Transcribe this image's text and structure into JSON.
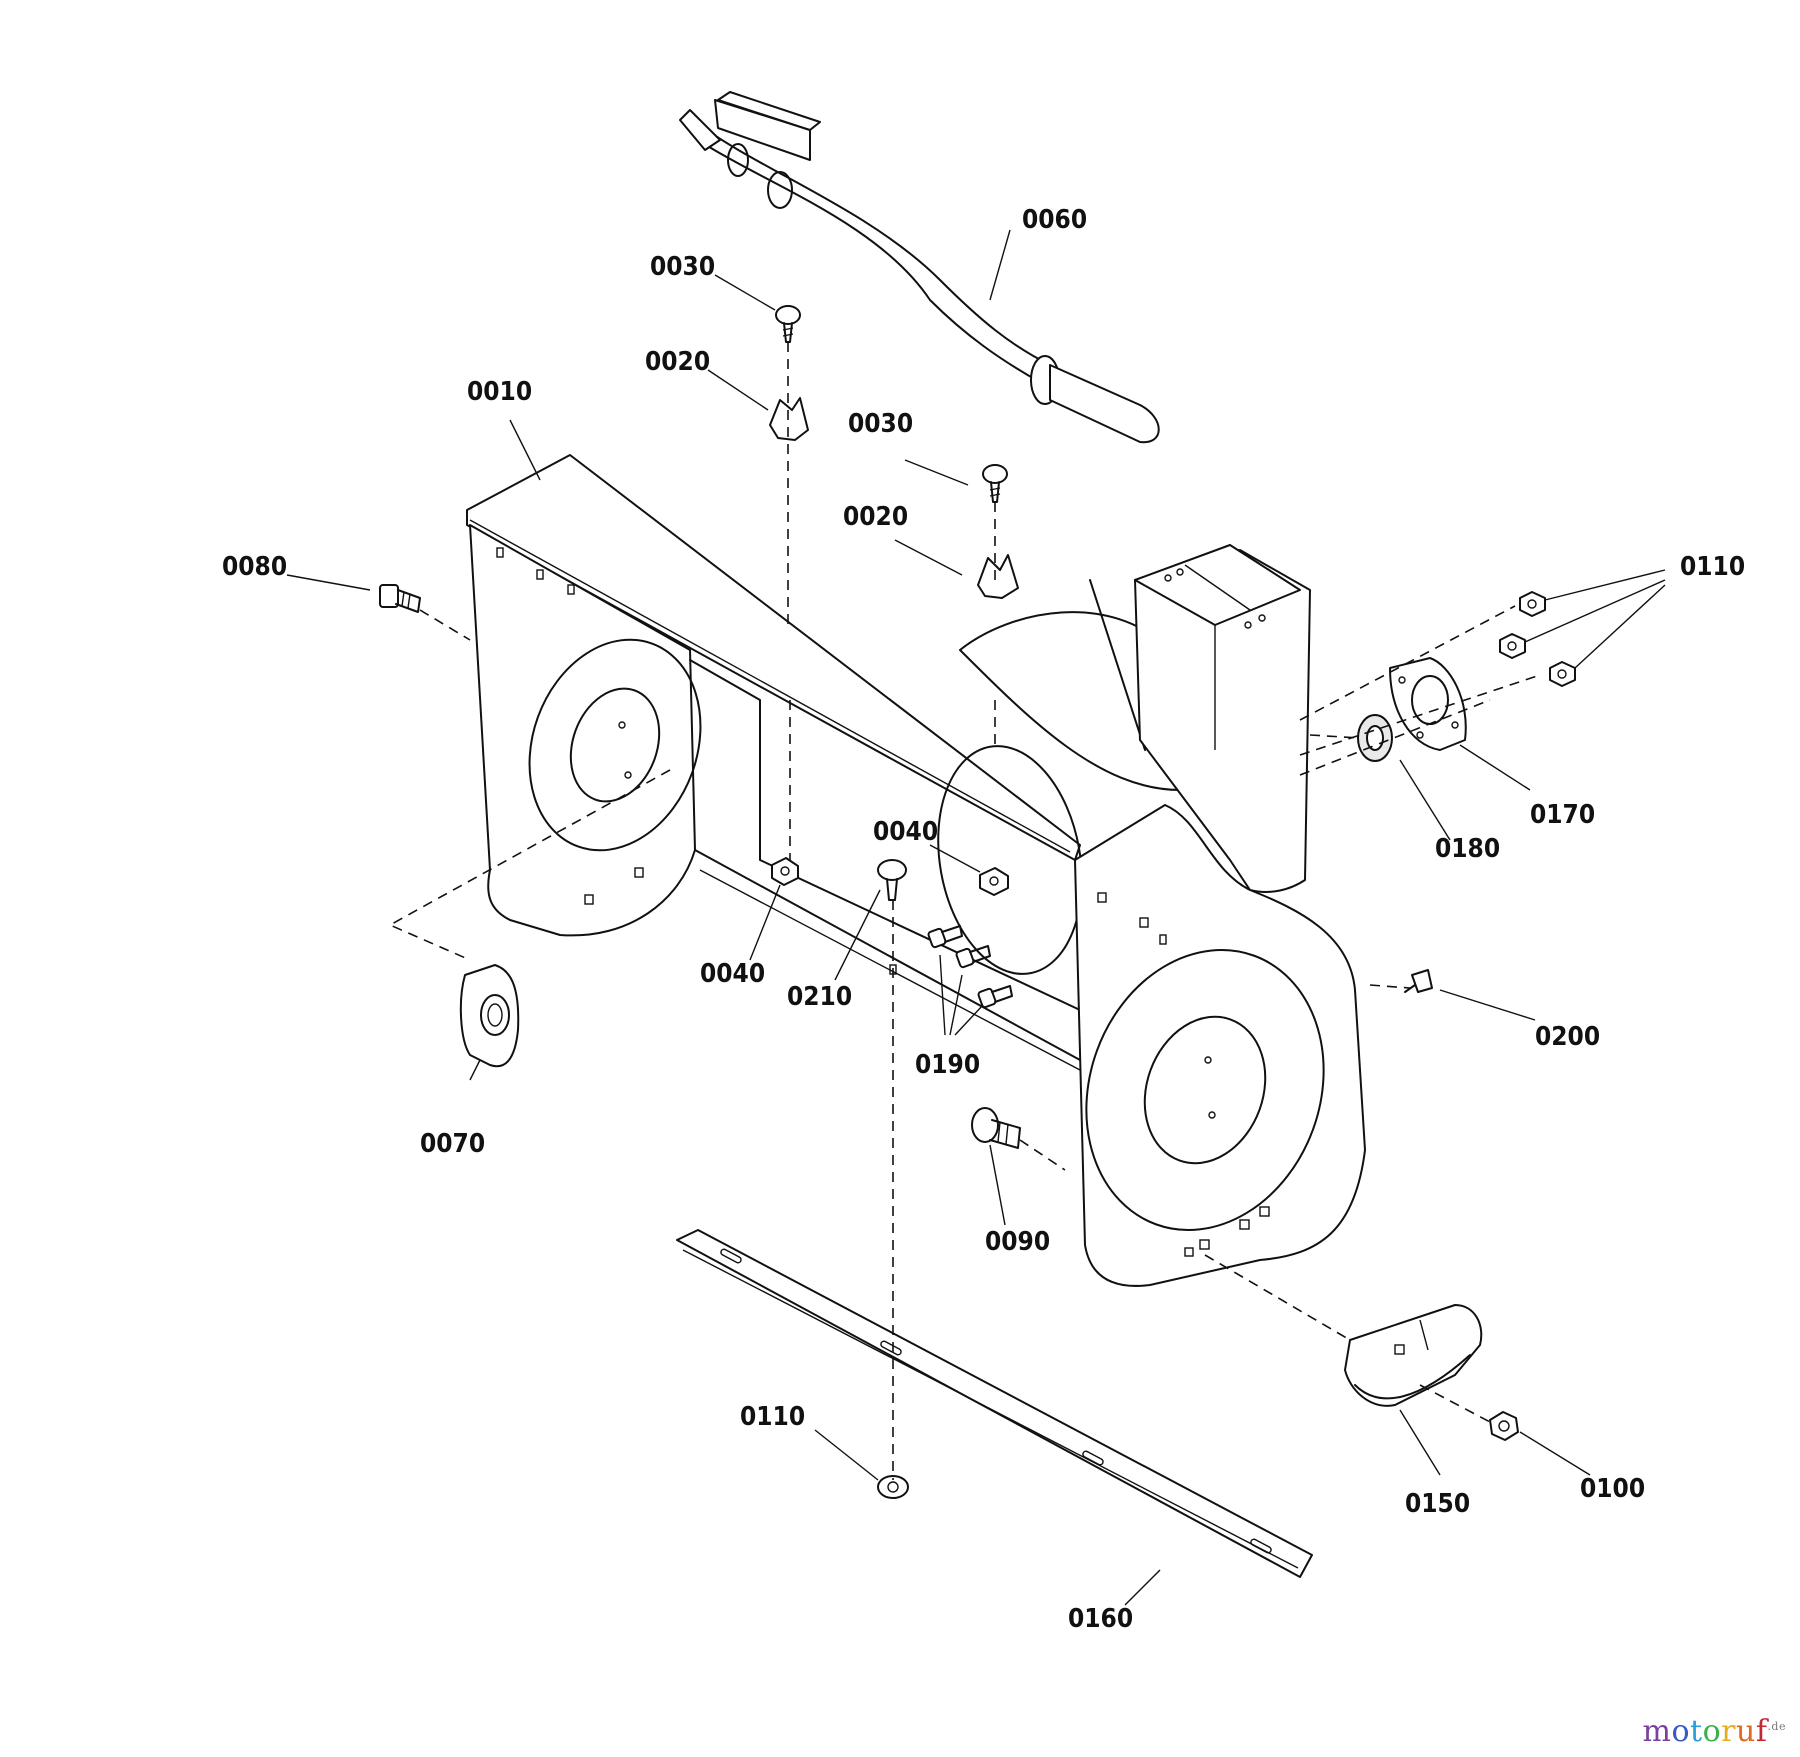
{
  "labels": {
    "p0010": "0010",
    "p0020a": "0020",
    "p0020b": "0020",
    "p0030a": "0030",
    "p0030b": "0030",
    "p0040a": "0040",
    "p0040b": "0040",
    "p0060": "0060",
    "p0070": "0070",
    "p0080": "0080",
    "p0090": "0090",
    "p0100": "0100",
    "p0110a": "0110",
    "p0110b": "0110",
    "p0150": "0150",
    "p0160": "0160",
    "p0170": "0170",
    "p0180": "0180",
    "p0190": "0190",
    "p0200": "0200",
    "p0210": "0210"
  },
  "watermark": {
    "text": "motoruf",
    "suffix": ".de",
    "colors": [
      "#7a3fa0",
      "#3a56c8",
      "#2aa0d8",
      "#3ab04a",
      "#e0b020",
      "#e06a20",
      "#c02a30"
    ]
  }
}
